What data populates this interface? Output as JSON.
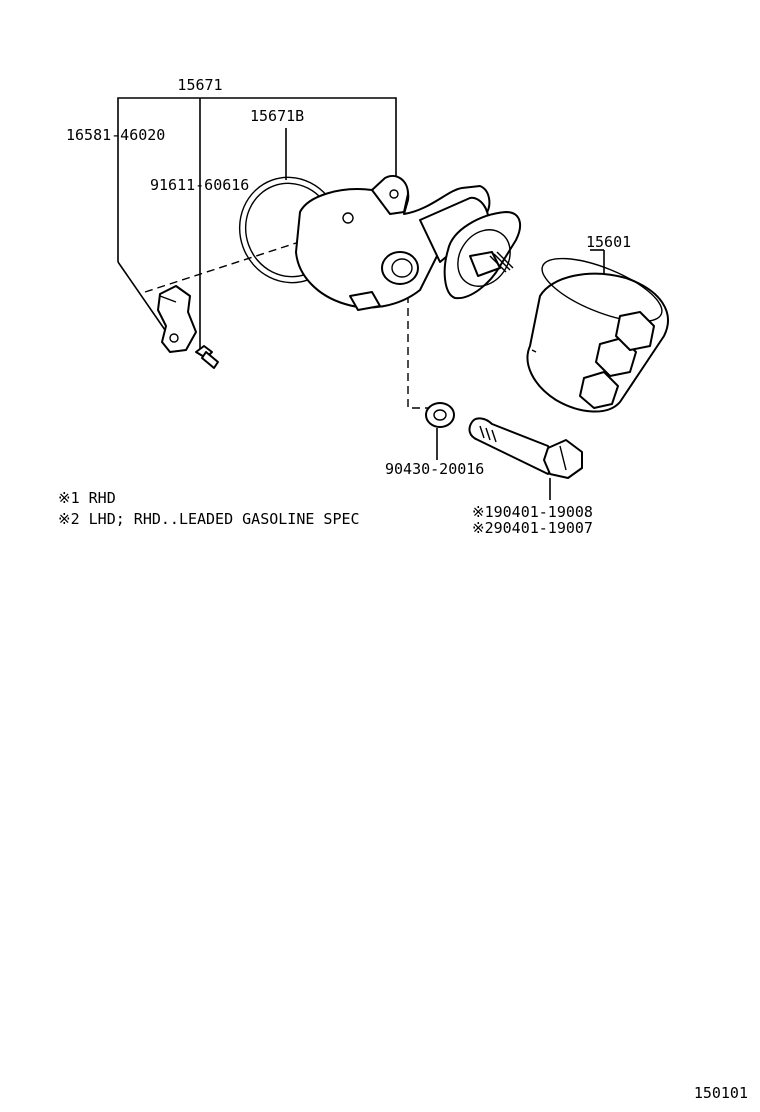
{
  "labels": {
    "assembly": "15671",
    "gasket": "15671B",
    "bracket": "16581-46020",
    "bolt": "91611-60616",
    "filter": "15601",
    "washer": "90430-20016",
    "union_bolt_1": "※190401-19008",
    "union_bolt_2": "※290401-19007"
  },
  "notes": [
    "※1 RHD",
    "※2 LHD; RHD..LEADED GASOLINE SPEC"
  ],
  "footer": {
    "figure_code": "150101"
  }
}
